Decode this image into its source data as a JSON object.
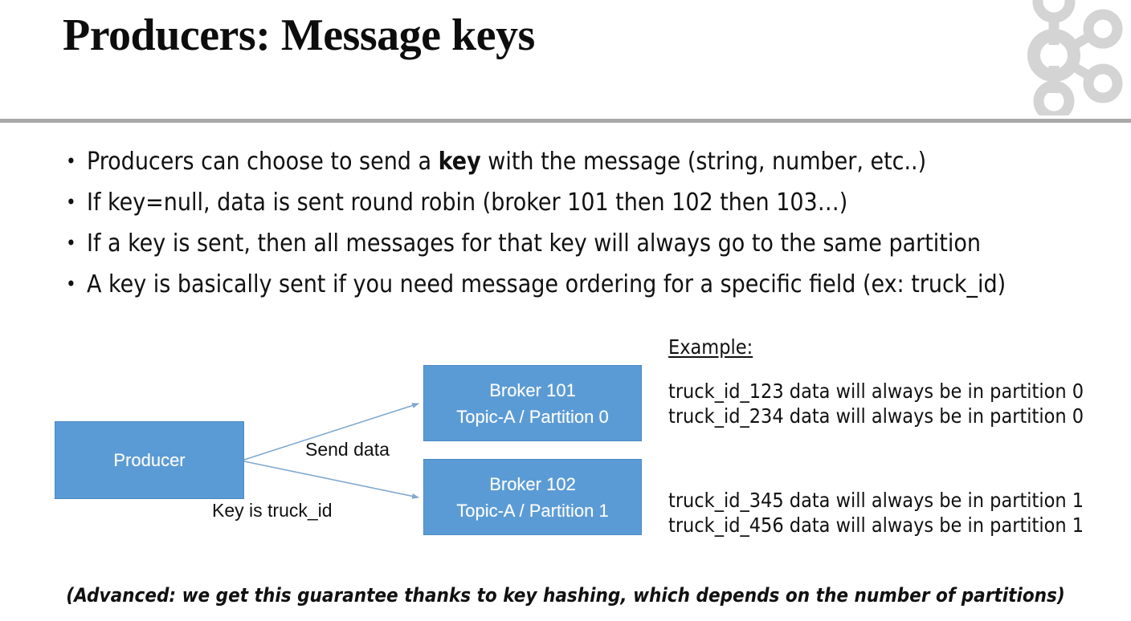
{
  "slide": {
    "title": "Producers: Message keys",
    "logo_icon": "kafka-logo-icon",
    "logo_color": "#d4d4d4",
    "divider_color": "#a9a9a9"
  },
  "bullets": [
    {
      "prefix": "Producers can choose to send a ",
      "bold": "key",
      "suffix": " with the message (string, number, etc..)"
    },
    {
      "prefix": "If key=null, data is sent round robin (broker 101 then 102 then 103…)",
      "bold": "",
      "suffix": ""
    },
    {
      "prefix": "If a key is sent, then all messages for that key will always go to the same partition",
      "bold": "",
      "suffix": ""
    },
    {
      "prefix": "A key is basically sent if you need message ordering for a specific field (ex: truck_id)",
      "bold": "",
      "suffix": ""
    }
  ],
  "diagram": {
    "box_fill": "#5b9bd5",
    "box_text_color": "#ffffff",
    "arrow_color": "#7fa9d0",
    "producer": {
      "label": "Producer"
    },
    "broker_101": {
      "line1": "Broker 101",
      "line2": "Topic-A / Partition 0"
    },
    "broker_102": {
      "line1": "Broker 102",
      "line2": "Topic-A / Partition 1"
    },
    "arrow_label": "Send data",
    "key_label": "Key is truck_id"
  },
  "example": {
    "heading": "Example:",
    "group_partition_0": [
      "truck_id_123 data will always be in partition 0",
      "truck_id_234 data will always be in partition 0"
    ],
    "group_partition_1": [
      "truck_id_345 data will always be in partition 1",
      "truck_id_456 data will always be in partition 1"
    ]
  },
  "footer": {
    "note": "(Advanced: we get this guarantee thanks to key hashing, which depends on the number of partitions)"
  }
}
